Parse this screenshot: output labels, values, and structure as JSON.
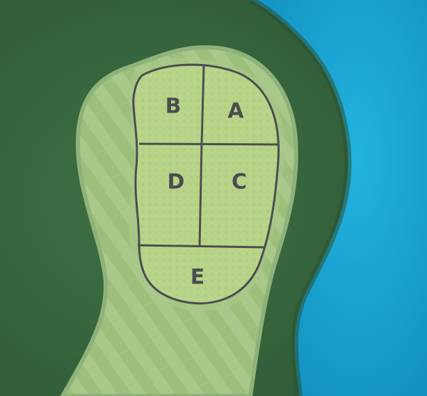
{
  "colors": {
    "rough": "#3a6b40",
    "rough_dark": "#2a5231",
    "water": "#1aa3d1",
    "water_deep": "#0f86b5",
    "fringe": "#8fb27a",
    "fairway": "#9cc07c",
    "green": "#b8d489",
    "zone_line": "#4b4d4e"
  },
  "zones": [
    {
      "id": "A",
      "label": "A"
    },
    {
      "id": "B",
      "label": "B"
    },
    {
      "id": "C",
      "label": "C"
    },
    {
      "id": "D",
      "label": "D"
    },
    {
      "id": "E",
      "label": "E"
    }
  ]
}
